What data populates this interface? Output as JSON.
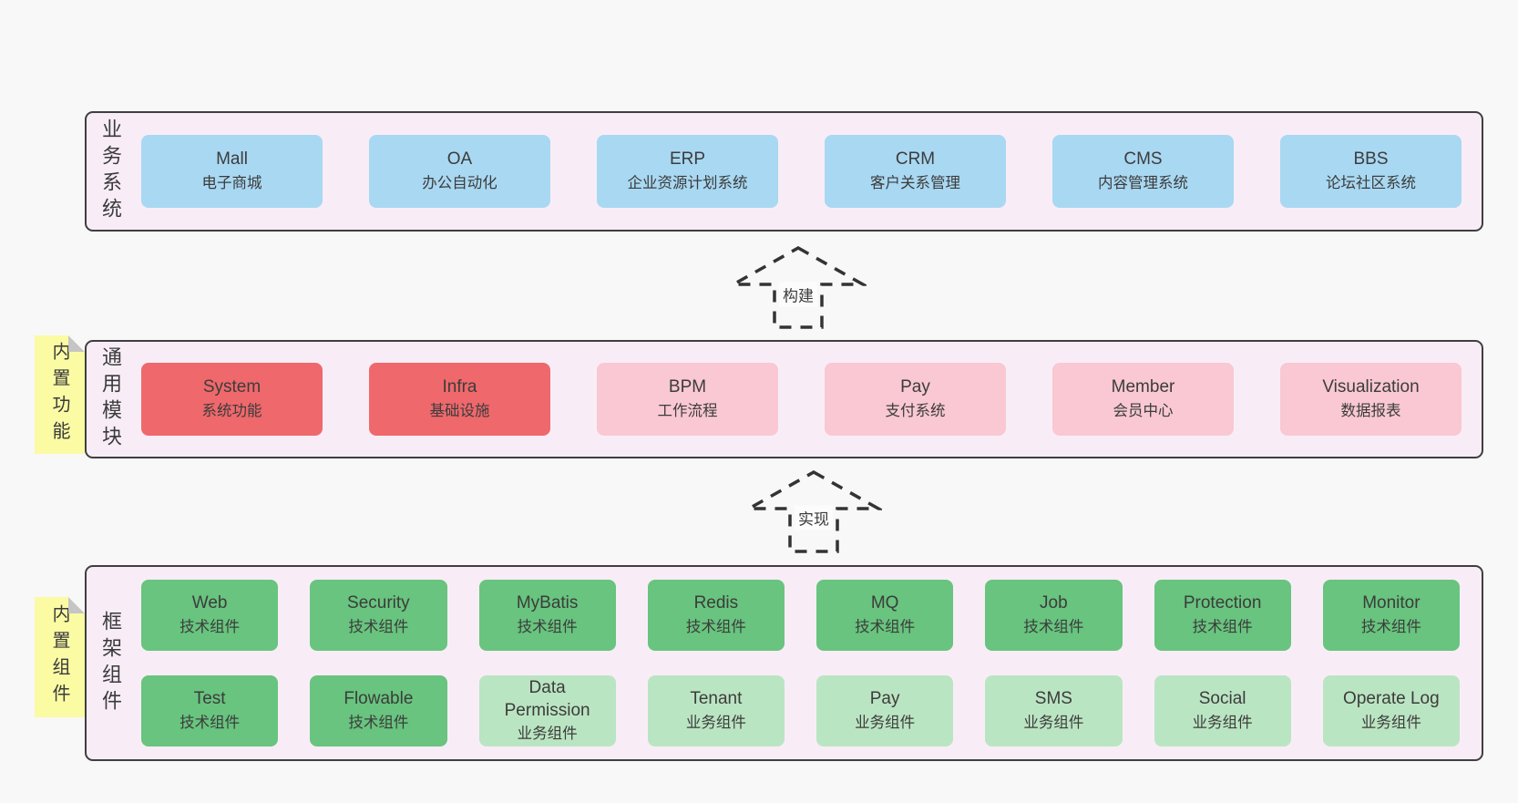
{
  "layers": [
    {
      "label": "业务系统",
      "rows": [
        [
          {
            "name": "Mall",
            "desc": "电子商城"
          },
          {
            "name": "OA",
            "desc": "办公自动化"
          },
          {
            "name": "ERP",
            "desc": "企业资源计划系统"
          },
          {
            "name": "CRM",
            "desc": "客户关系管理"
          },
          {
            "name": "CMS",
            "desc": "内容管理系统"
          },
          {
            "name": "BBS",
            "desc": "论坛社区系统"
          }
        ]
      ]
    },
    {
      "label": "通用模块",
      "sticky": "内置功能",
      "rows": [
        [
          {
            "name": "System",
            "desc": "系统功能"
          },
          {
            "name": "Infra",
            "desc": "基础设施"
          },
          {
            "name": "BPM",
            "desc": "工作流程"
          },
          {
            "name": "Pay",
            "desc": "支付系统"
          },
          {
            "name": "Member",
            "desc": "会员中心"
          },
          {
            "name": "Visualization",
            "desc": "数据报表"
          }
        ]
      ]
    },
    {
      "label": "框架组件",
      "sticky": "内置组件",
      "rows": [
        [
          {
            "name": "Web",
            "desc": "技术组件"
          },
          {
            "name": "Security",
            "desc": "技术组件"
          },
          {
            "name": "MyBatis",
            "desc": "技术组件"
          },
          {
            "name": "Redis",
            "desc": "技术组件"
          },
          {
            "name": "MQ",
            "desc": "技术组件"
          },
          {
            "name": "Job",
            "desc": "技术组件"
          },
          {
            "name": "Protection",
            "desc": "技术组件"
          },
          {
            "name": "Monitor",
            "desc": "技术组件"
          }
        ],
        [
          {
            "name": "Test",
            "desc": "技术组件"
          },
          {
            "name": "Flowable",
            "desc": "技术组件"
          },
          {
            "name": "Data\nPermission",
            "desc": "业务组件"
          },
          {
            "name": "Tenant",
            "desc": "业务组件"
          },
          {
            "name": "Pay",
            "desc": "业务组件"
          },
          {
            "name": "SMS",
            "desc": "业务组件"
          },
          {
            "name": "Social",
            "desc": "业务组件"
          },
          {
            "name": "Operate Log",
            "desc": "业务组件"
          }
        ]
      ]
    }
  ],
  "arrows": [
    {
      "label": "构建"
    },
    {
      "label": "实现"
    }
  ],
  "colors": {
    "page_bg": "#f8f8f8",
    "panel_bg": "#f8edf7",
    "panel_border": "#3f3f3f",
    "business_card_blue": "#a9d8f2",
    "core_module_card_red": "#ef686b",
    "module_card_pink": "#f9c8d2",
    "tech_component_card_green": "#68c47e",
    "biz_component_card_lightgreen": "#bae5c2",
    "sticky_note_yellow": "#fbfba4",
    "sticky_fold_gray": "#c5c5c5",
    "arrow_dash": "#333333",
    "text": "#3c3c3c"
  }
}
